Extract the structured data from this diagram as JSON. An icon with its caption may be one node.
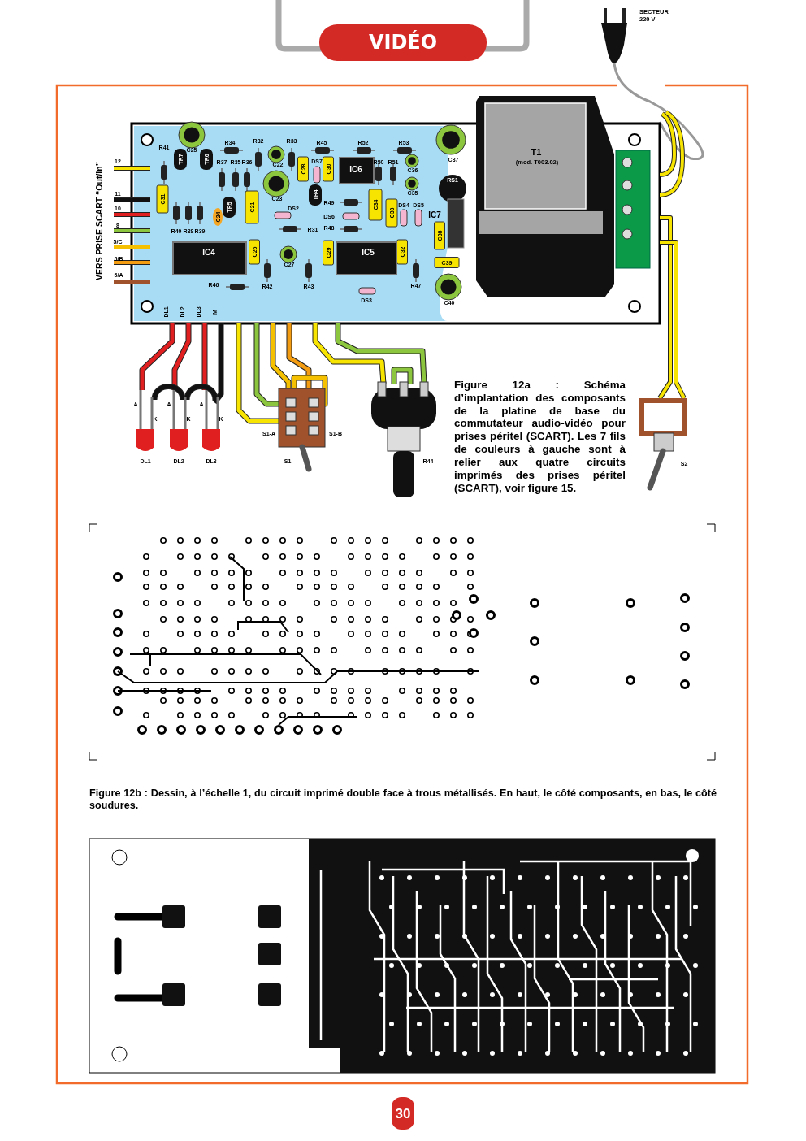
{
  "diagram": {
    "title": "VIDÉO",
    "labels": [
      "SECTEUR 220 V",
      "VERS PRISE SCART “Out/In”",
      "12",
      "11",
      "10",
      "8",
      "5/C",
      "5/B",
      "5/A",
      "R41",
      "C25",
      "TR7",
      "TR6",
      "R34",
      "R32",
      "R33",
      "R45",
      "R52",
      "R53",
      "C22",
      "R37",
      "R35",
      "R36",
      "DS7",
      "C28",
      "C30",
      "IC6",
      "R50",
      "R51",
      "C36",
      "C37",
      "RS1",
      "C31",
      "C23",
      "TR4",
      "C35",
      "R49",
      "DS4",
      "DS5",
      "TR5",
      "C21",
      "DS2",
      "C34",
      "IC7",
      "DS6",
      "C24",
      "C33",
      "R48",
      "R31",
      "R40",
      "R38",
      "R39",
      "C38",
      "IC4",
      "C26",
      "C29",
      "IC5",
      "C32",
      "C39",
      "C27",
      "R46",
      "R42",
      "R43",
      "R47",
      "C40",
      "DS3",
      "DL1",
      "DL2",
      "DL3",
      "M",
      "T1",
      "(mod. T003.02)",
      "A",
      "K",
      "A",
      "K",
      "A",
      "K",
      "S1-A",
      "S1-B",
      "DL1",
      "DL2",
      "DL3",
      "S1",
      "R44",
      "S2",
      "Figure 12a : Schéma d’implantation des composants de la platine de base du commutateur audio-vidéo pour prises péritel (SCART). Les 7 fils de couleurs à gauche sont à relier aux quatre circuits imprimés des prises péritel (SCART), voir figure 15.",
      "Figure 12b : Dessin, à l’échelle 1, du circuit imprimé double face à trous métallisés. En haut, le côté composants, en bas, le côté soudures.",
      "30"
    ]
  }
}
